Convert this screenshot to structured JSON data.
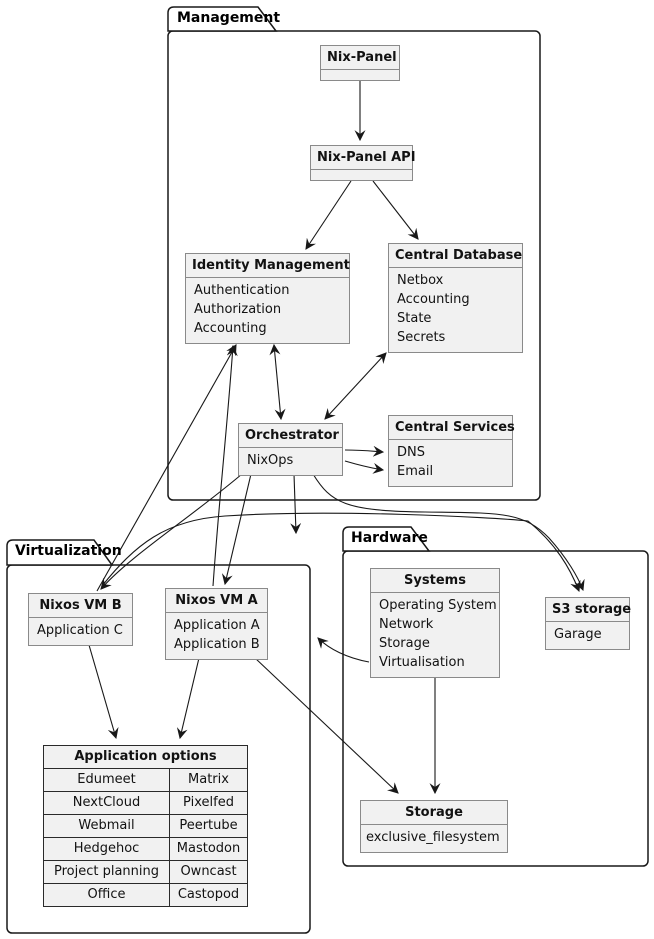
{
  "diagram": {
    "packages": {
      "management": {
        "label": "Management"
      },
      "virtualization": {
        "label": "Virtualization"
      },
      "hardware": {
        "label": "Hardware"
      }
    },
    "nodes": {
      "nix_panel": {
        "title": "Nix-Panel"
      },
      "nix_panel_api": {
        "title": "Nix-Panel API"
      },
      "identity_management": {
        "title": "Identity Management",
        "rows": [
          "Authentication",
          "Authorization",
          "Accounting"
        ]
      },
      "central_database": {
        "title": "Central Database",
        "rows": [
          "Netbox",
          "Accounting",
          "State",
          "Secrets"
        ]
      },
      "orchestrator": {
        "title": "Orchestrator",
        "rows": [
          "NixOps"
        ]
      },
      "central_services": {
        "title": "Central Services",
        "rows": [
          "DNS",
          "Email"
        ]
      },
      "nixos_vm_b": {
        "title": "Nixos VM B",
        "rows": [
          "Application C"
        ]
      },
      "nixos_vm_a": {
        "title": "Nixos VM A",
        "rows": [
          "Application A",
          "Application B"
        ]
      },
      "systems": {
        "title": "Systems",
        "rows": [
          "Operating System",
          "Network",
          "Storage",
          "Virtualisation"
        ]
      },
      "s3_storage": {
        "title": "S3 storage",
        "rows": [
          "Garage"
        ]
      },
      "storage": {
        "title": "Storage",
        "rows": [
          "exclusive_filesystem"
        ]
      },
      "application_options": {
        "title": "Application options",
        "table": [
          [
            "Edumeet",
            "Matrix"
          ],
          [
            "NextCloud",
            "Pixelfed"
          ],
          [
            "Webmail",
            "Peertube"
          ],
          [
            "Hedgehoc",
            "Mastodon"
          ],
          [
            "Project planning",
            "Owncast"
          ],
          [
            "Office",
            "Castopod"
          ]
        ]
      }
    },
    "edges": [
      {
        "from": "Nix-Panel",
        "to": "Nix-Panel API",
        "style": "arrow"
      },
      {
        "from": "Nix-Panel API",
        "to": "Identity Management",
        "style": "arrow"
      },
      {
        "from": "Nix-Panel API",
        "to": "Central Database",
        "style": "arrow"
      },
      {
        "from": "Nixos VM A",
        "to": "Identity Management",
        "style": "arrow"
      },
      {
        "from": "Nixos VM B",
        "to": "Identity Management",
        "style": "arrow"
      },
      {
        "from": "Identity Management",
        "to": "Orchestrator",
        "style": "double-arrow"
      },
      {
        "from": "Central Database",
        "to": "Orchestrator",
        "style": "double-arrow"
      },
      {
        "from": "Orchestrator",
        "to": "Central Services DNS",
        "style": "arrow"
      },
      {
        "from": "Orchestrator",
        "to": "Central Services Email",
        "style": "arrow"
      },
      {
        "from": "Orchestrator",
        "to": "Nixos VM A",
        "style": "arrow"
      },
      {
        "from": "Orchestrator",
        "to": "Nixos VM B",
        "style": "arrow"
      },
      {
        "from": "Orchestrator",
        "to": "Virtualization",
        "style": "arrow"
      },
      {
        "from": "Orchestrator",
        "to": "S3 storage",
        "style": "arrow"
      },
      {
        "from": "Nixos VM B",
        "to": "S3 storage",
        "style": "arrow"
      },
      {
        "from": "Nixos VM B",
        "to": "Application options",
        "style": "arrow"
      },
      {
        "from": "Nixos VM A",
        "to": "Application options",
        "style": "arrow"
      },
      {
        "from": "Nixos VM A",
        "to": "Storage",
        "style": "arrow"
      },
      {
        "from": "Systems",
        "to": "Storage",
        "style": "arrow"
      },
      {
        "from": "Systems",
        "to": "Virtualization",
        "style": "arrow"
      }
    ],
    "colors": {
      "node_fill": "#f1f1f1",
      "node_border": "#8a8a8a",
      "line": "#181818",
      "background": "#ffffff"
    }
  }
}
